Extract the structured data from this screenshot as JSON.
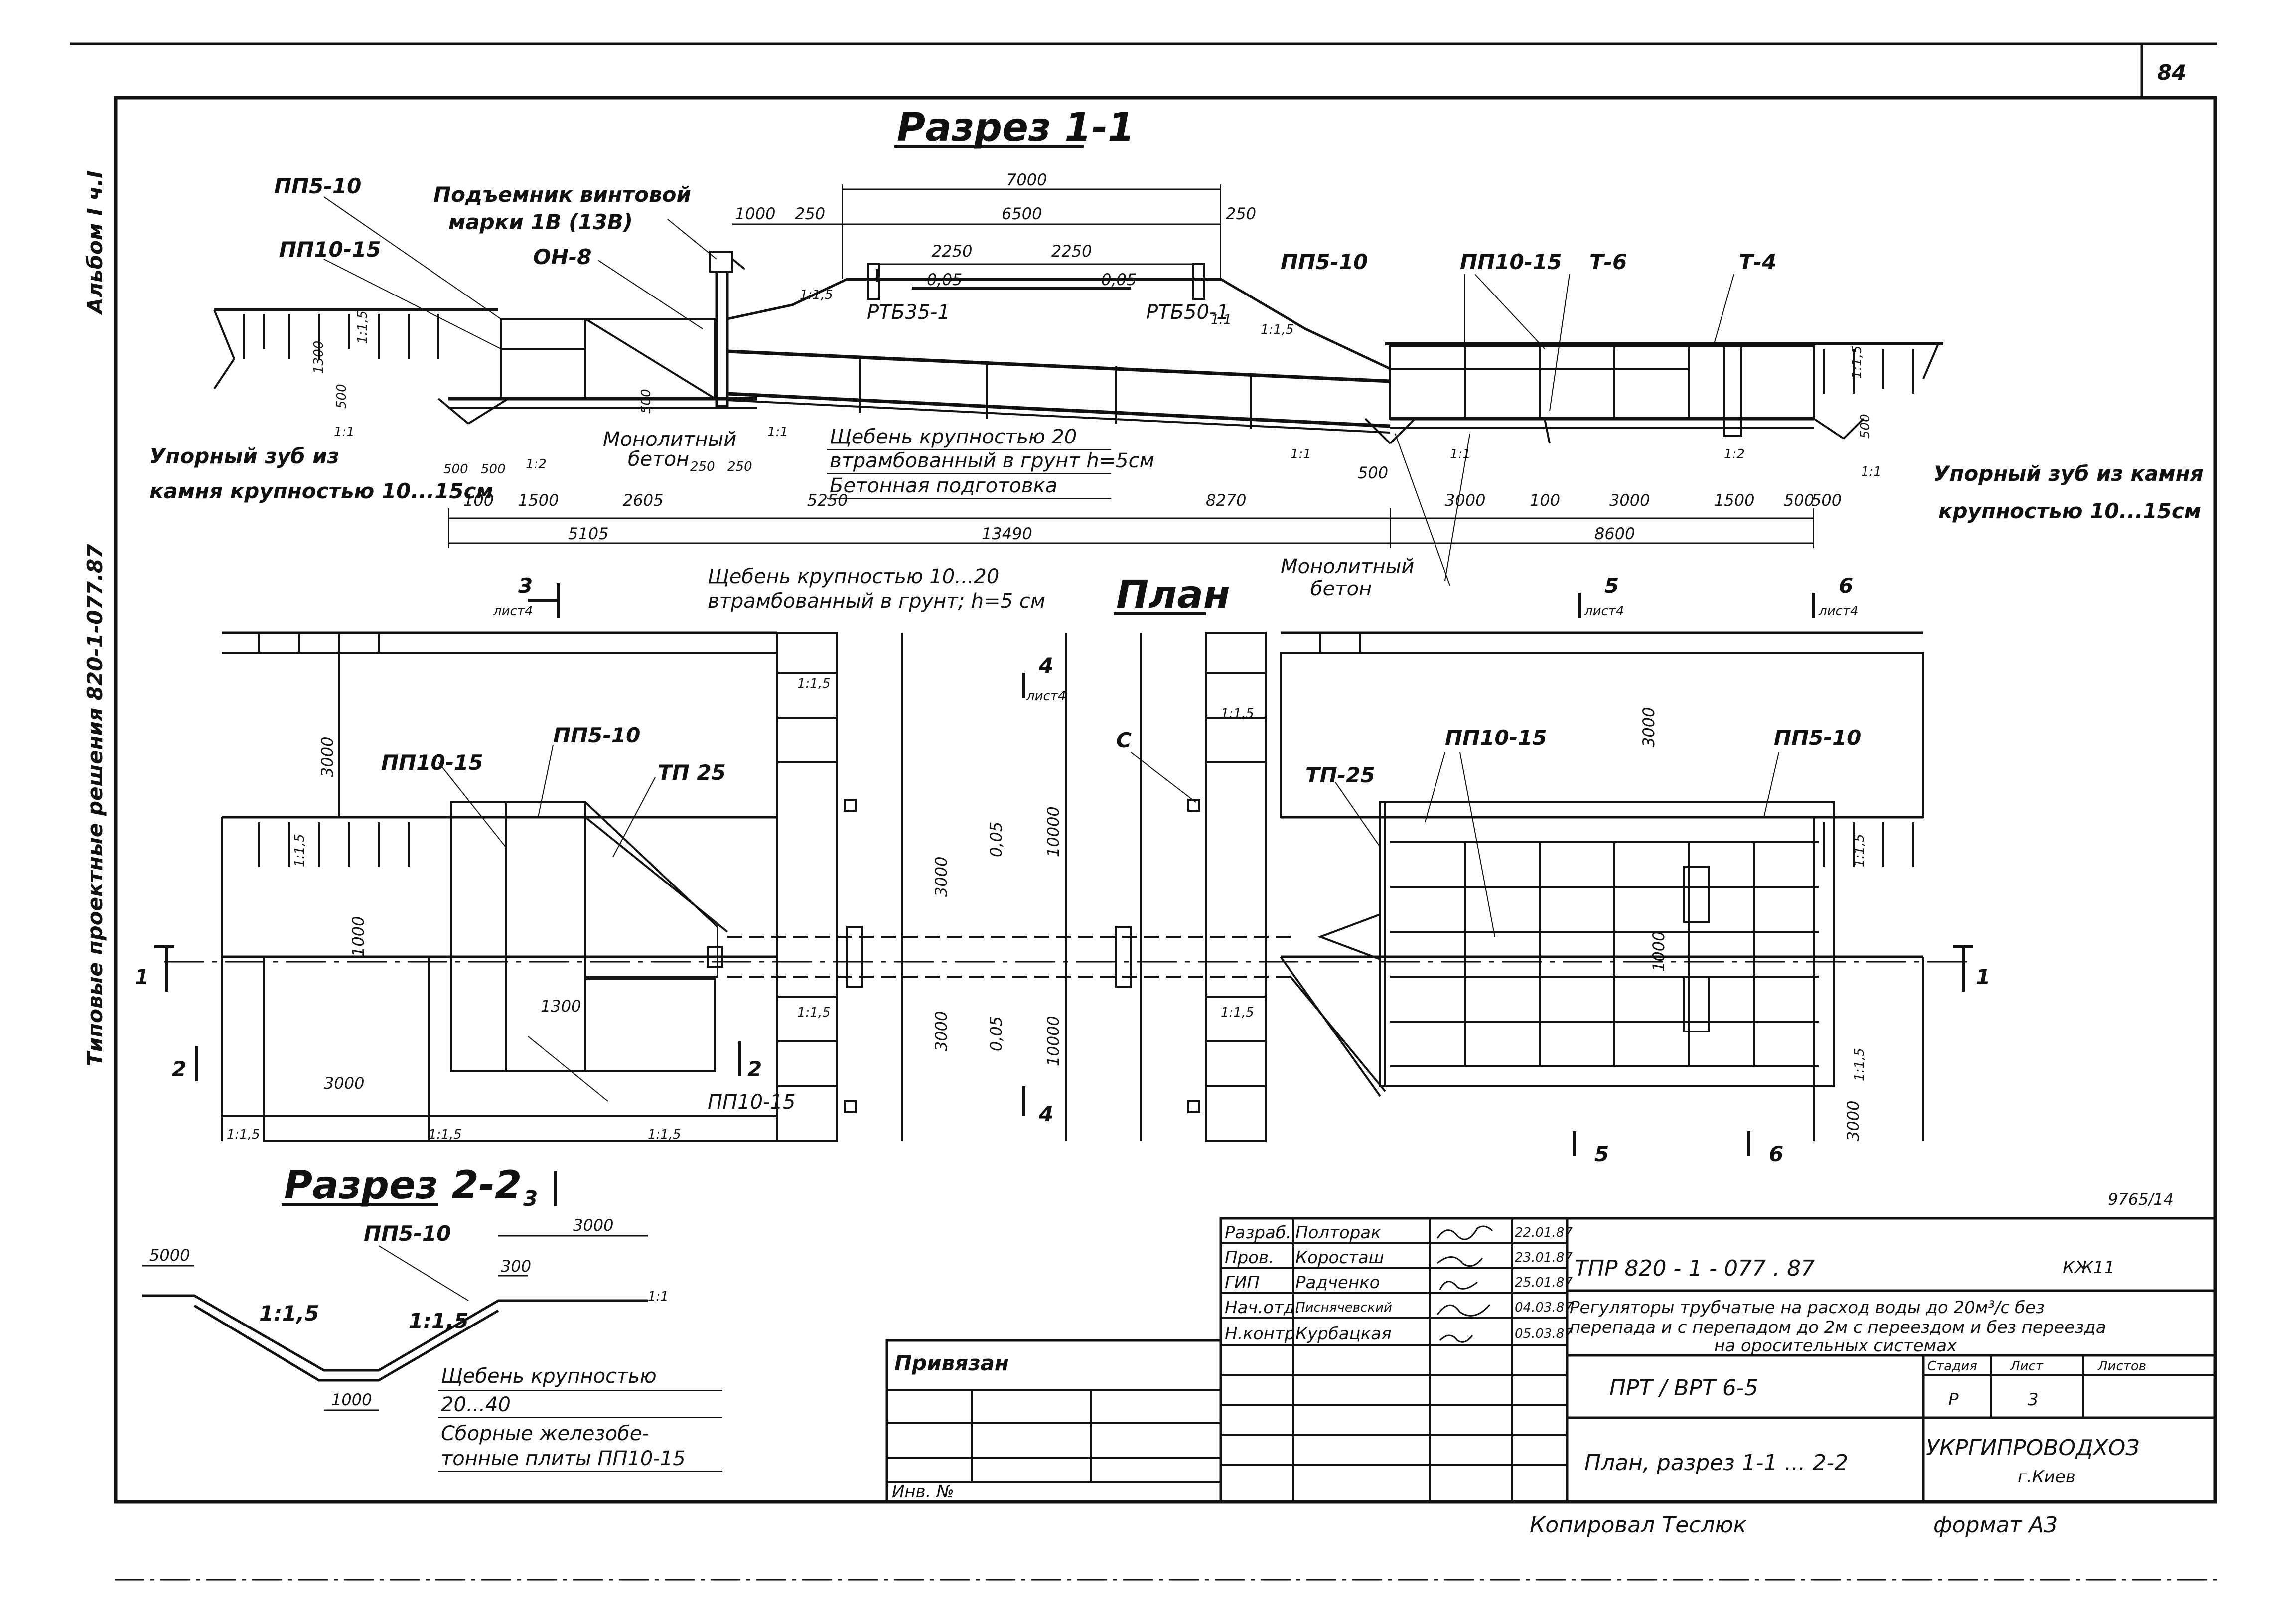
{
  "sheet": {
    "page_number": "84",
    "album_side": "Альбом I ч.I",
    "series_side": "Типовые проектные решения 820-1-077.87",
    "doc_code_corner": "9765/14"
  },
  "section_1_1": {
    "title": "Разрез 1-1",
    "labels": {
      "pp5_10_left": "ПП5-10",
      "pp10_15_left": "ПП10-15",
      "lift_line1": "Подъемник винтовой",
      "lift_line2": "марки 1В (13В)",
      "oh8": "ОН-8",
      "rtb35": "РТБ35-1",
      "rtb50": "РТБ50-1",
      "pp5_10_right": "ПП5-10",
      "pp10_15_right": "ПП10-15",
      "t6": "Т-6",
      "t4": "Т-4",
      "stop_left_l1": "Упорный зуб из",
      "stop_left_l2": "камня крупностью 10...15см",
      "stop_right_l1": "Упорный зуб из камня",
      "stop_right_l2": "крупностью 10...15см",
      "mono_left_l1": "Монолитный",
      "mono_left_l2": "бетон",
      "gravel20_l1": "Щебень крупностью 20",
      "gravel20_l2": "втрамбованный в грунт h=5см",
      "concrete_prep": "Бетонная подготовка",
      "gravel1020_l1": "Щебень крупностью 10...20",
      "gravel1020_l2": "втрамбованный в грунт; h=5 см",
      "mono_right_l1": "Монолитный",
      "mono_right_l2": "бетон",
      "slope_0_05_a": "0,05",
      "slope_0_05_b": "0,05"
    },
    "dims": {
      "d7000": "7000",
      "d6500": "6500",
      "d1000": "1000",
      "d250a": "250",
      "d250b": "250",
      "d2250a": "2250",
      "d2250b": "2250",
      "d1300": "1300",
      "d500v": "500",
      "d500va": "500",
      "d500vb": "500",
      "d500h1": "500",
      "d500h2": "500",
      "d100": "100",
      "d1500": "1500",
      "d2605": "2605",
      "d5250": "5250",
      "d8270": "8270",
      "d3000a": "3000",
      "d100b": "100",
      "d3000b": "3000",
      "d1500b": "1500",
      "d500c": "500",
      "d500d": "500",
      "d5105": "5105",
      "d13490": "13490",
      "d8600": "8600",
      "d250c": "250",
      "d250d": "250",
      "d500e": "500",
      "slope1": "1:1,5",
      "slope2": "1:1,5",
      "slope3": "1:1,5",
      "slope4": "1:1,5",
      "slope5": "1:1",
      "slope6": "1:1",
      "slope7": "1:1",
      "slope8": "1:2",
      "slope9": "1:2",
      "slope10": "1:1",
      "slope11": "1:1",
      "slope12": "1:1"
    }
  },
  "plan": {
    "title": "План",
    "labels": {
      "pp10_15_a": "ПП10-15",
      "pp5_10_a": "ПП5-10",
      "tp25_a": "ТП 25",
      "pp10_15_b": "ПП10-15",
      "pp10_15_c": "ПП10-15",
      "pp5_10_c": "ПП5-10",
      "tp25_b": "ТП-25",
      "c_mark": "С",
      "q_a": "0,05",
      "q_b": "0,05"
    },
    "dims": {
      "p3000a": "3000",
      "p3000b": "3000",
      "p3000c": "3000",
      "p3000d": "3000",
      "p3000e": "3000",
      "p3000f": "3000",
      "p10000a": "10000",
      "p10000b": "10000",
      "p1000a": "1000",
      "p1000b": "1000",
      "p1300": "1300",
      "p1_1_5a": "1:1,5",
      "p1_1_5b": "1:1,5",
      "p1_1_5c": "1:1,5",
      "p1_1_5d": "1:1,5",
      "p1_1_5e": "1:1,5",
      "p1_1_5f": "1:1,5",
      "p1_1_5g": "1:1,5",
      "p1_1_5h": "1:1,5",
      "p1_1_5i": "1:1,5",
      "p1_1_5j": "1:1,5"
    },
    "cuts": {
      "cut3_num": "3",
      "cut3_sheet": "лист4",
      "cut4_num": "4",
      "cut4_sheet": "лист4",
      "cut4b_num": "4",
      "cut5_num": "5",
      "cut5_sheet": "лист4",
      "cut5b_num": "5",
      "cut6_num": "6",
      "cut6_sheet": "лист4",
      "cut6b_num": "6",
      "cut1_left": "1",
      "cut1_right": "1",
      "cut2_left": "2",
      "cut2_right": "2",
      "cut3b_num": "3"
    }
  },
  "section_2_2": {
    "title": "Разрез 2-2",
    "pp5_10": "ПП5-10",
    "d5000": "5000",
    "d3000": "3000",
    "d300": "300",
    "d1000": "1000",
    "slope_a": "1:1,5",
    "slope_b": "1:1,5",
    "slope_c": "1:1",
    "legend": {
      "line1": "Щебень крупностью",
      "line2": "20...40",
      "line3": "Сборные железобе-",
      "line4": "тонные плиты ПП10-15"
    }
  },
  "title_block": {
    "rows": [
      {
        "role": "Разраб.",
        "name": "Полторак",
        "date": "22.01.87"
      },
      {
        "role": "Пров.",
        "name": "Коросташ",
        "date": "23.01.87"
      },
      {
        "role": "ГИП",
        "name": "Радченко",
        "date": "25.01.87"
      },
      {
        "role": "Нач.отд.",
        "name": "Писнячевский",
        "date": "04.03.87"
      },
      {
        "role": "Н.контр.",
        "name": "Курбацкая",
        "date": "05.03.87"
      }
    ],
    "doc_code": "ТПР   820 - 1 - 077 . 87",
    "kzh": "КЖ11",
    "description_l1": "Регуляторы трубчатые на расход воды до 20м³/с без",
    "description_l2": "перепада и с перепадом до 2м с переездом и без переезда",
    "description_l3": "на оросительных системах",
    "header_stage": "Стадия",
    "header_sheet": "Лист",
    "header_sheets": "Листов",
    "stage": "Р",
    "sheet_no": "3",
    "item": "ПРТ / ВРТ 6-5",
    "drawing_title": "План, разрез 1-1 ... 2-2",
    "org_name": "УКРГИПРОВОДХОЗ",
    "org_city": "г.Киев",
    "privyazan": "Привязан",
    "inv_no": "Инв. №"
  },
  "footer": {
    "copied": "Копировал   Теслюк",
    "format": "формат  А3"
  }
}
